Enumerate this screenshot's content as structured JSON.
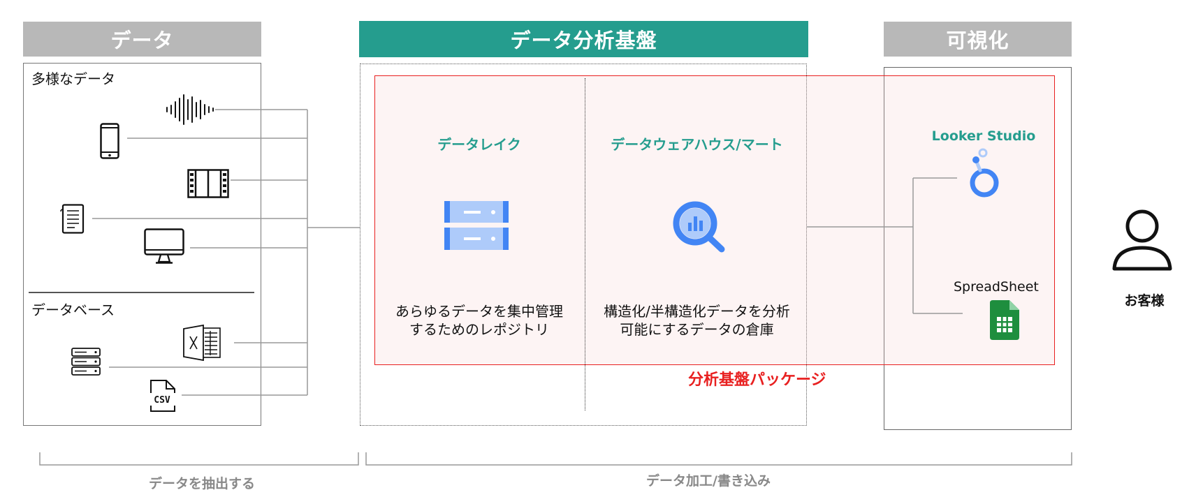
{
  "headers": {
    "data": "データ",
    "platform": "データ分析基盤",
    "visualization": "可視化"
  },
  "data_panel": {
    "diverse_title": "多様なデータ",
    "database_title": "データベース",
    "diverse_icons": [
      "audio-waveform-icon",
      "smartphone-icon",
      "film-icon",
      "document-icon",
      "monitor-icon"
    ],
    "database_icons": [
      "excel-icon",
      "server-icon",
      "csv-file-icon"
    ]
  },
  "platform": {
    "lake_title": "データレイク",
    "lake_desc_line1": "あらゆるデータを集中管理",
    "lake_desc_line2": "するためのレポジトリ",
    "warehouse_title": "データウェアハウス/マート",
    "warehouse_desc_line1": "構造化/半構造化データを分析",
    "warehouse_desc_line2": "可能にするデータの倉庫",
    "package_label": "分析基盤パッケージ"
  },
  "visualization": {
    "looker_label": "Looker Studio",
    "sheet_label": "SpreadSheet"
  },
  "customer": {
    "label": "お客様"
  },
  "brackets": {
    "extract": "データを抽出する",
    "process": "データ加工/書き込み"
  },
  "colors": {
    "teal": "#259d8e",
    "header_gray": "#b8b8b8",
    "package_red": "#e82020",
    "google_blue": "#4285f4",
    "sheets_green": "#1e8e3e"
  }
}
